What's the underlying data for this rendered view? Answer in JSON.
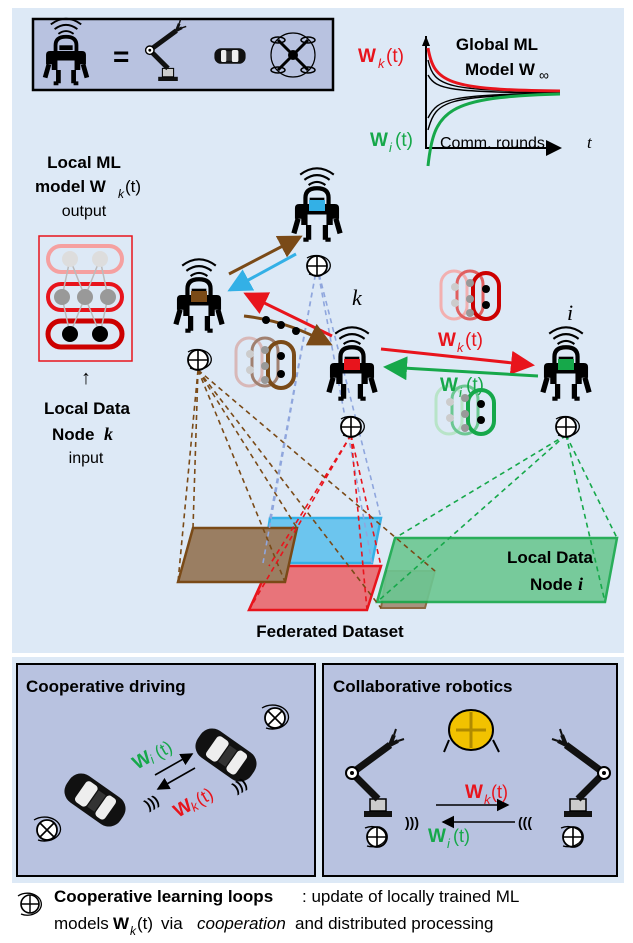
{
  "legend_eq": "=",
  "global_model": {
    "title_line1": "Global ML",
    "title_line2": "Model W",
    "title_sub": "∞",
    "wk_label": "W",
    "wk_sub": "k",
    "wk_arg": "(t)",
    "wi_label": "W",
    "wi_sub": "i",
    "wi_arg": "(t)",
    "axis_label": "Comm. rounds",
    "axis_var": "t"
  },
  "local_model": {
    "line1": "Local ML",
    "line2_prefix": "model W",
    "line2_sub": "k",
    "line2_arg": "(t)",
    "line3": "output",
    "arrow": "↑",
    "data_line1": "Local Data",
    "data_line2_prefix": "Node",
    "data_line2_var": "k",
    "data_line3": "input"
  },
  "nodes": {
    "k_label": "k",
    "i_label": "i"
  },
  "links": {
    "wk": "W",
    "wk_sub": "k",
    "wk_arg": "(t)",
    "wi": "W",
    "wi_sub": "i",
    "wi_arg": "(t)"
  },
  "local_data_i": {
    "line1": "Local Data",
    "line2_prefix": "Node",
    "line2_var": "i"
  },
  "federated_label": "Federated Dataset",
  "panels": {
    "driving_title": "Cooperative driving",
    "robotics_title": "Collaborative robotics"
  },
  "caption": {
    "bold": "Cooperative learning loops",
    "rest1": ": update of locally trained ML",
    "line2_a": "models ",
    "line2_w": "W",
    "line2_sub": "k",
    "line2_arg": "(t)",
    "line2_b": " via ",
    "line2_coop": "cooperation",
    "line2_c": " and distributed processing"
  },
  "colors": {
    "background": "#dde9f6",
    "panel": "#b8c2e0",
    "red": "#e8141c",
    "green": "#16a84a",
    "brown": "#7a4a17",
    "blue": "#33b0e6"
  }
}
